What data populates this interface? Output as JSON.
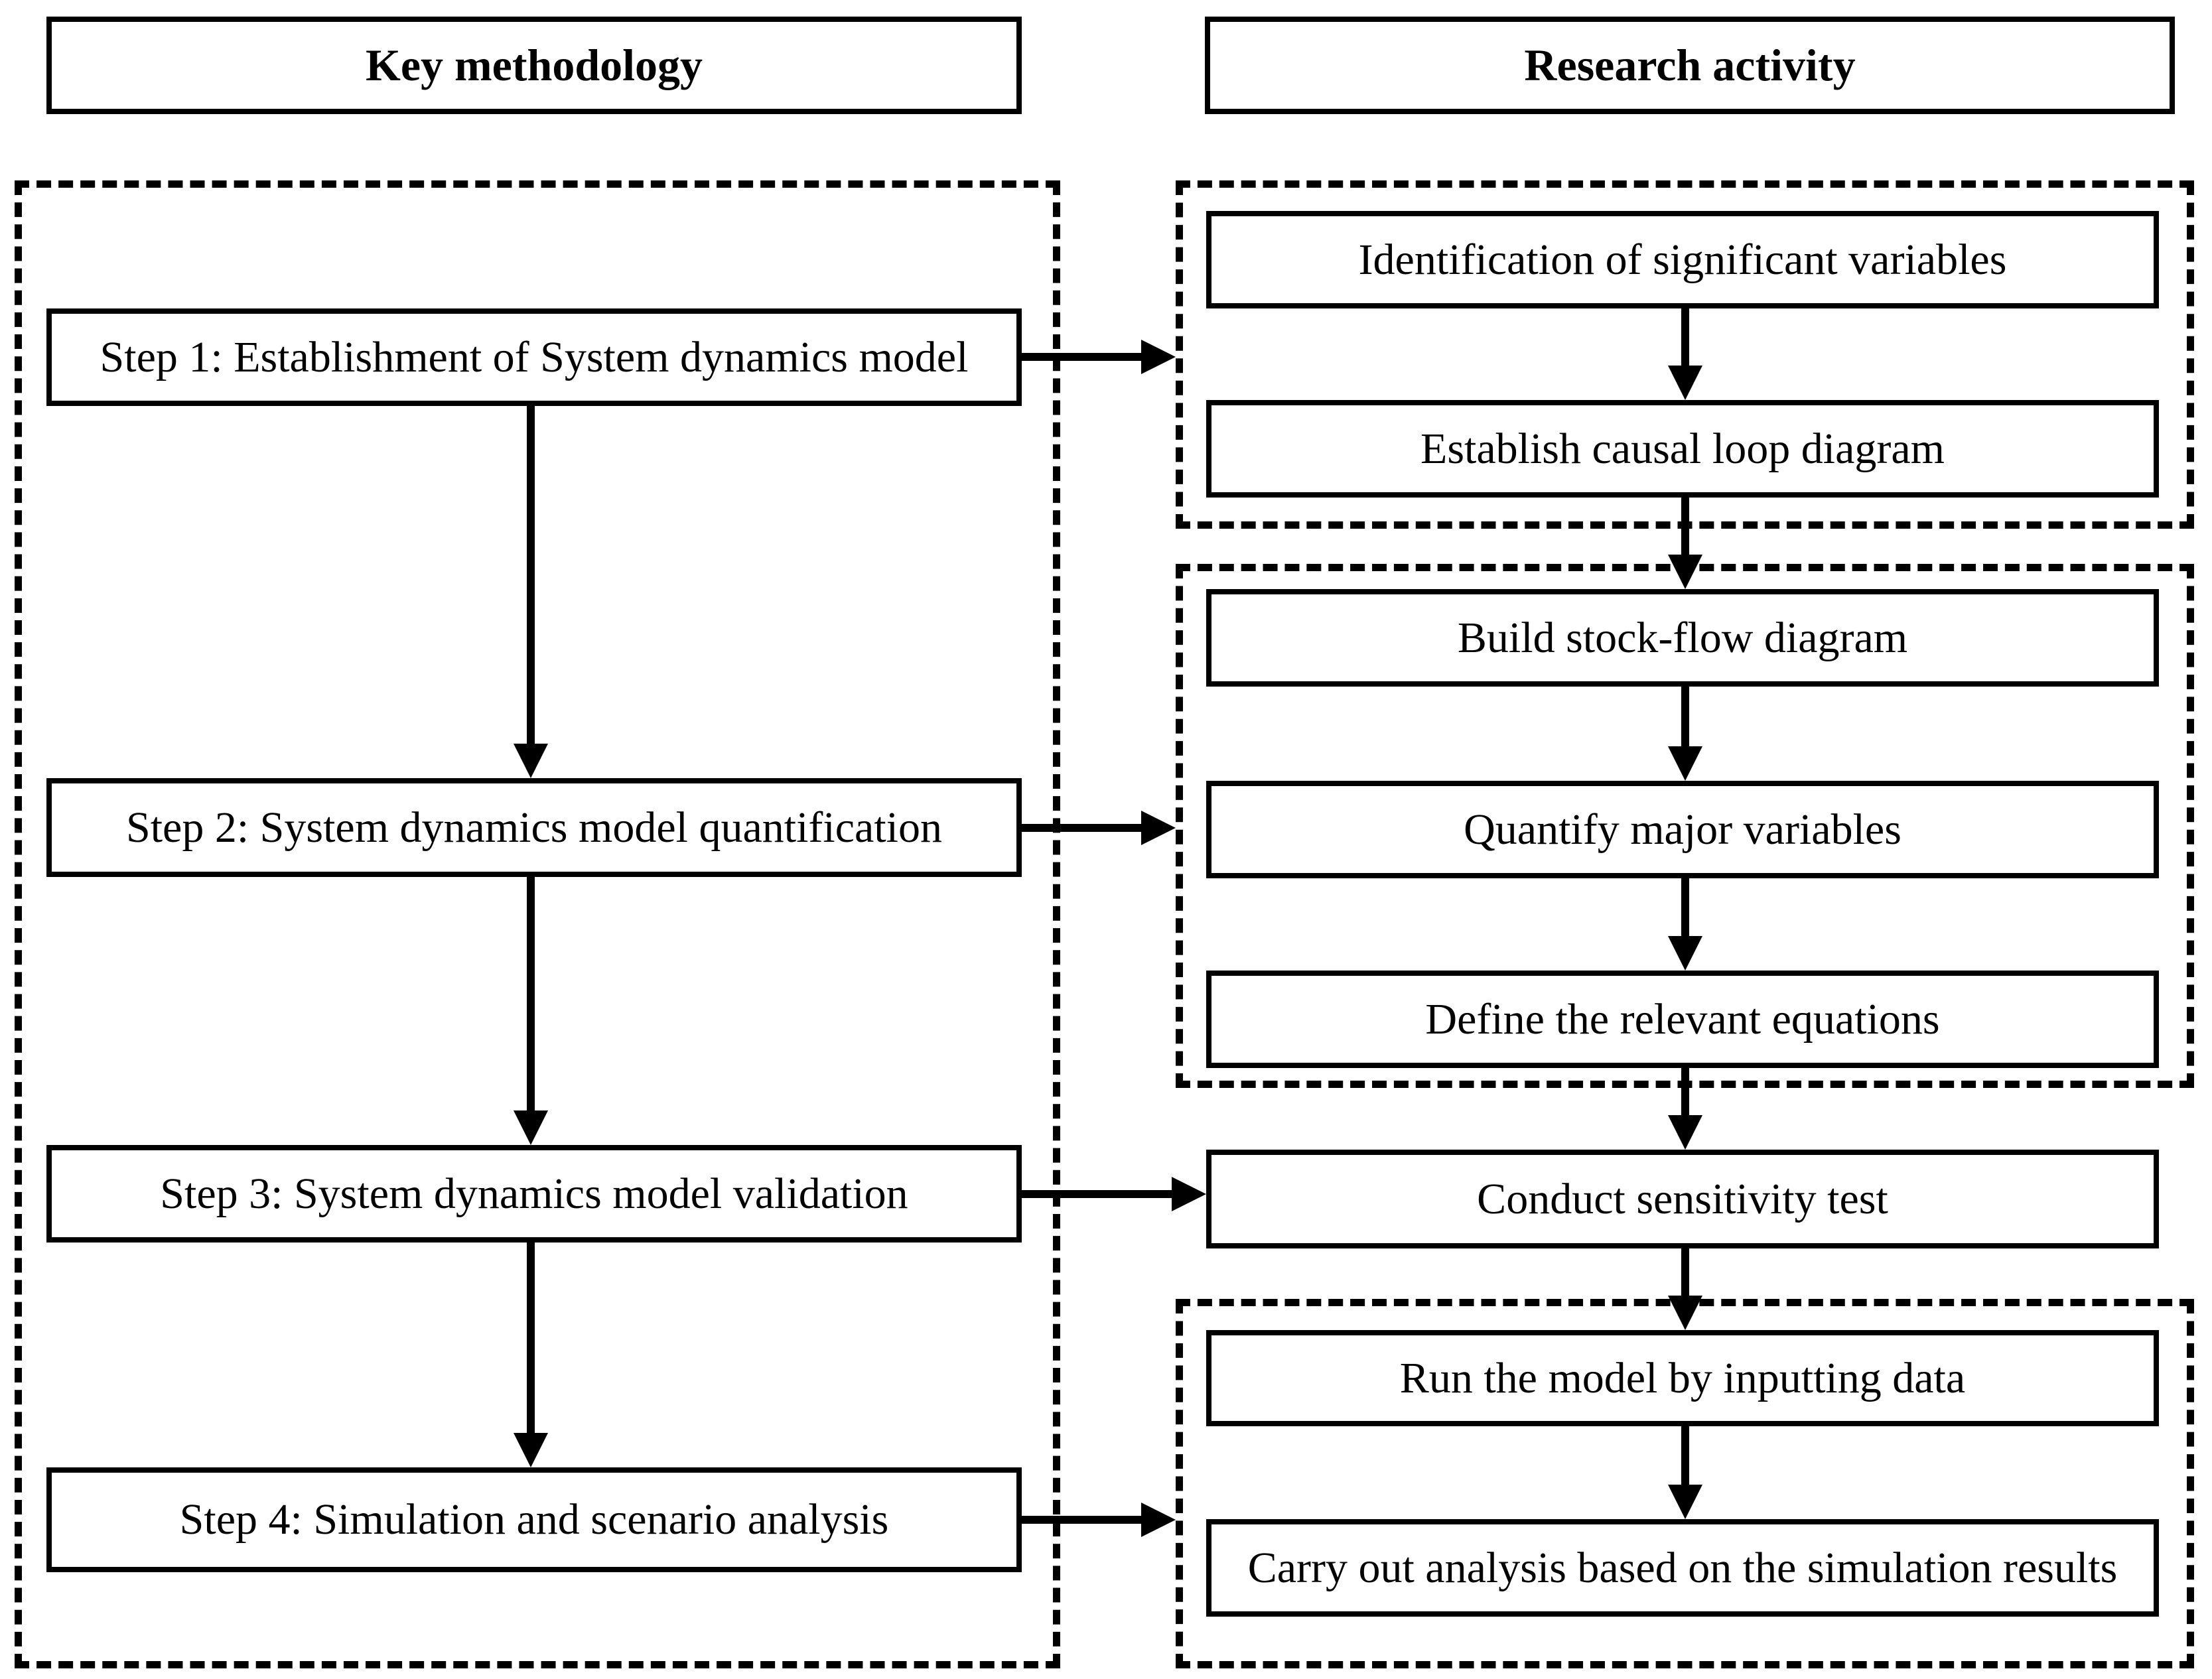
{
  "colors": {
    "line": "#000000",
    "text": "#000000",
    "background": "#ffffff",
    "box_fill": "#ffffff"
  },
  "left_column": {
    "header": "Key methodology",
    "steps": [
      "Step 1: Establishment of System dynamics model",
      "Step 2: System dynamics model quantification",
      "Step 3: System dynamics model validation",
      "Step 4: Simulation and scenario analysis"
    ]
  },
  "right_column": {
    "header": "Research activity",
    "phase_groups": [
      {
        "activities": [
          "Identification of significant variables",
          "Establish causal loop diagram"
        ]
      },
      {
        "activities": [
          "Build stock-flow diagram",
          "Quantify major variables",
          "Define the relevant equations"
        ]
      },
      {
        "activities": [
          "Run the model by inputting data",
          "Carry out analysis based on the simulation results"
        ]
      }
    ],
    "standalone_activity": "Conduct sensitivity test"
  }
}
